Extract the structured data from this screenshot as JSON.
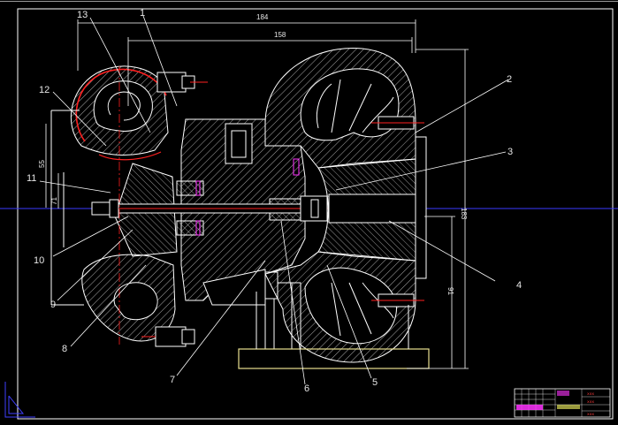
{
  "drawing": {
    "part_numbers": [
      "1",
      "2",
      "3",
      "4",
      "5",
      "6",
      "7",
      "8",
      "9",
      "10",
      "11",
      "12",
      "13"
    ],
    "dimensions": {
      "overall_width": "184",
      "inner_width": "158",
      "height_right": "183",
      "lower_right": "91",
      "left_large": "55",
      "left_small": "71"
    },
    "title_block": {
      "cells": [
        "xxx",
        "xxx",
        "xxx"
      ]
    }
  },
  "colors": {
    "background": "#000000",
    "frame": "#ffffff",
    "centerline_blue": "#3a3aff",
    "centerline_red": "#ff2020",
    "title_block_red": "#ff3b3b",
    "magenta": "#ff33ff",
    "base_plate": "#e8e090",
    "ucs_icon": "#4040ff"
  }
}
